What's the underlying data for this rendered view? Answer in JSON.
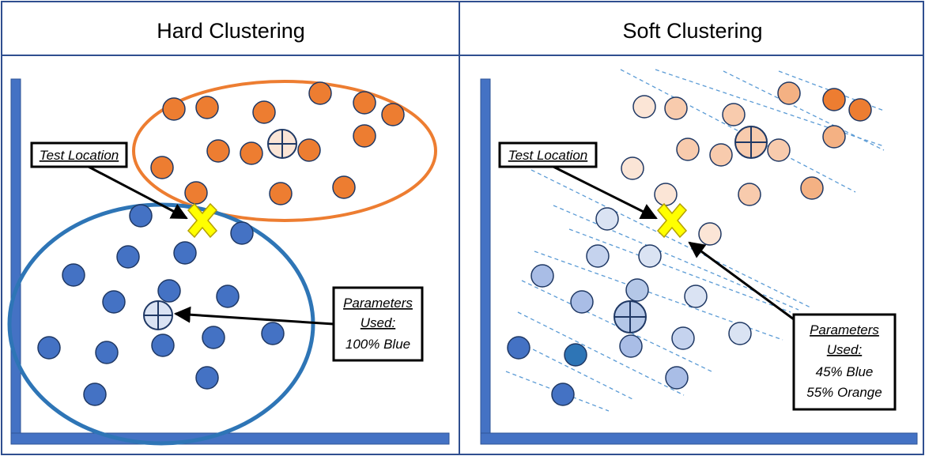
{
  "panels": [
    {
      "id": "hard",
      "title": "Hard Clustering",
      "test_label": "Test Location",
      "params_lines": [
        "Parameters",
        "Used:",
        "100% Blue"
      ],
      "params_underlined": 2
    },
    {
      "id": "soft",
      "title": "Soft Clustering",
      "test_label": "Test Location",
      "params_lines": [
        "Parameters",
        "Used:",
        "45% Blue",
        "55% Orange"
      ],
      "params_underlined": 2
    }
  ],
  "colors": {
    "frame": "#2f4f8f",
    "axis": "#4472c4",
    "orange_point": "#ed7d31",
    "blue_point": "#4472c4",
    "point_stroke": "#1f3864",
    "orange_ellipse": "#ed7d31",
    "blue_ellipse": "#2e75b6",
    "test_marker": "#ffff00",
    "dashed_line": "#5b9bd5"
  },
  "icons": {
    "centroid": "crosshair-circle-icon",
    "test_marker": "x-mark-icon"
  }
}
